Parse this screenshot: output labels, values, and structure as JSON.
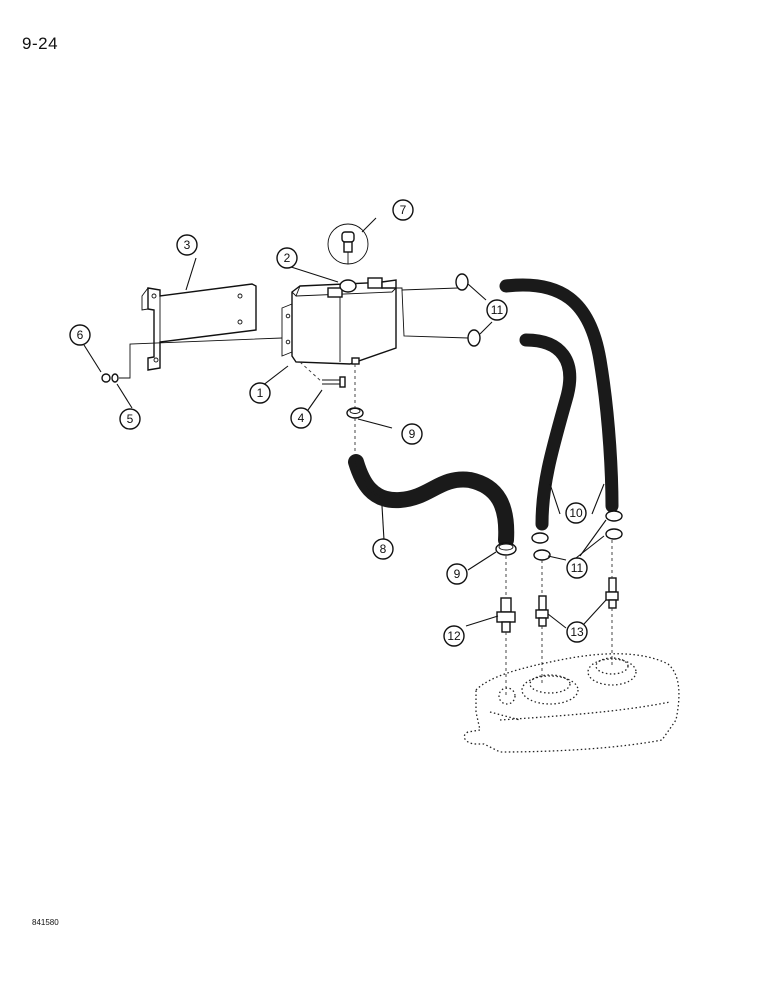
{
  "page_number": "9-24",
  "figure_code": "841580",
  "callouts": [
    {
      "label": "1"
    },
    {
      "label": "2"
    },
    {
      "label": "3"
    },
    {
      "label": "4"
    },
    {
      "label": "5"
    },
    {
      "label": "6"
    },
    {
      "label": "7"
    },
    {
      "label": "8"
    },
    {
      "label": "9"
    },
    {
      "label": "9"
    },
    {
      "label": "10"
    },
    {
      "label": "11"
    },
    {
      "label": "11"
    },
    {
      "label": "12"
    },
    {
      "label": "13"
    }
  ]
}
